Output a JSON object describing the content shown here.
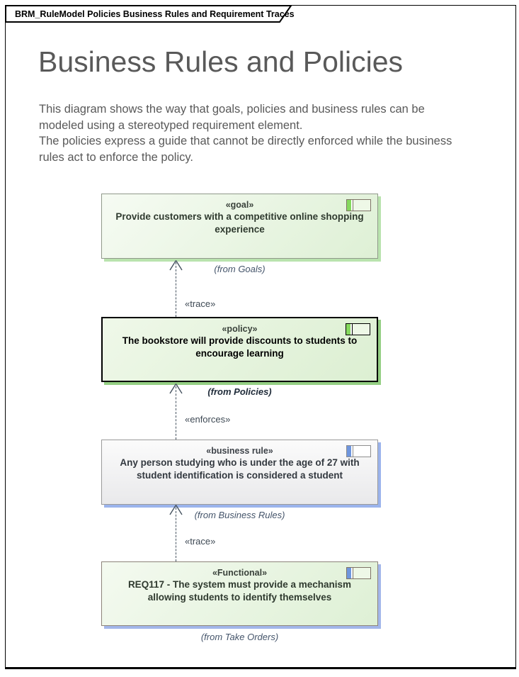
{
  "frame": {
    "tab_label": "BRM_RuleModel Policies Business Rules and Requirement Traces"
  },
  "header": {
    "title": "Business Rules and Policies",
    "description_lines": [
      "This diagram shows the way that goals, policies and business rules can be",
      "modeled using a stereotyped requirement element.",
      "The policies express a guide that cannot be directly enforced while the business",
      "rules act to enforce the policy."
    ]
  },
  "nodes": [
    {
      "stereotype": "«goal»",
      "name_lines": [
        "Provide customers with a competitive online shopping",
        "experience"
      ],
      "from_label": "(from Goals)",
      "icon": "requirement-icon",
      "accent_color": "#85d95e",
      "shadow_color": "#b9e3ae"
    },
    {
      "stereotype": "«policy»",
      "name_lines": [
        "The bookstore will provide discounts to students to",
        "encourage learning"
      ],
      "from_label": "(from Policies)",
      "icon": "requirement-icon",
      "accent_color": "#85d95e",
      "shadow_color": "#94cf83"
    },
    {
      "stereotype": "«business rule»",
      "name_lines": [
        "Any person studying who is under the age of 27 with",
        "student identification is considered a student"
      ],
      "from_label": "(from Business Rules)",
      "icon": "requirement-icon",
      "accent_color": "#6f96de",
      "shadow_color": "#9bb4ec"
    },
    {
      "stereotype": "«Functional»",
      "name_lines": [
        "REQ117 - The system must provide a mechanism",
        "allowing students to identify themselves"
      ],
      "from_label": "(from Take Orders)",
      "icon": "requirement-icon",
      "accent_color": "#6f96de",
      "shadow_color": "#a3b7ea"
    }
  ],
  "connectors": [
    {
      "label": "«trace»"
    },
    {
      "label": "«enforces»"
    },
    {
      "label": "«trace»"
    }
  ],
  "colors": {
    "goal_fill": "#def0d5",
    "policy_fill": "#dcefd2",
    "rule_fill": "#e9e9eb",
    "functional_fill": "#def0d5",
    "connector": "#45525f",
    "title_text": "#595959"
  }
}
